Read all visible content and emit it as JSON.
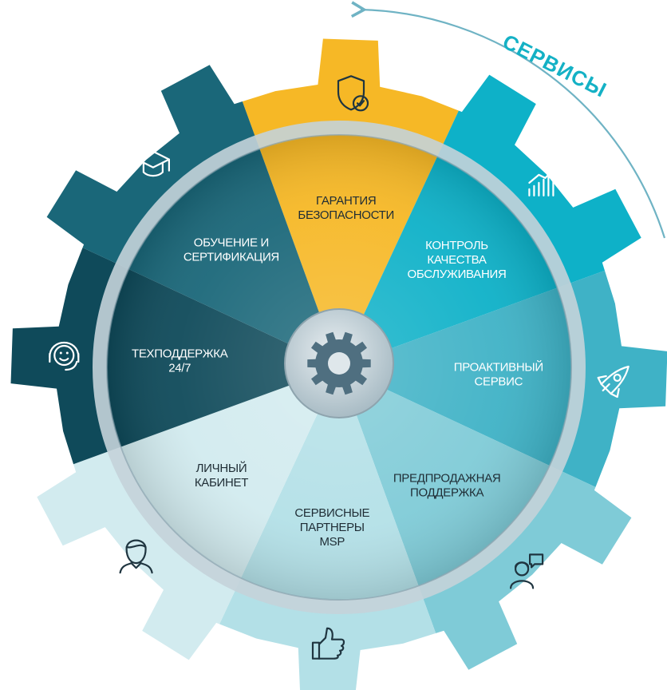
{
  "diagram": {
    "title": "СЕРВИСЫ",
    "segments": [
      {
        "name": "warranty",
        "lines": [
          "ГАРАНТИЯ",
          "БЕЗОПАСНОСТИ"
        ],
        "color": "#f6b826",
        "text_dark": true,
        "icon": "shield-check-icon"
      },
      {
        "name": "quality",
        "lines": [
          "КОНТРОЛЬ",
          "КАЧЕСТВА",
          "ОБСЛУЖИВАНИЯ"
        ],
        "color": "#0eb1c8",
        "text_dark": false,
        "icon": "growth-chart-icon"
      },
      {
        "name": "proactive",
        "lines": [
          "ПРОАКТИВНЫЙ",
          "СЕРВИС"
        ],
        "color": "#3fb2c6",
        "text_dark": false,
        "icon": "rocket-icon"
      },
      {
        "name": "presale",
        "lines": [
          "ПРЕДПРОДАЖНАЯ",
          "ПОДДЕРЖКА"
        ],
        "color": "#7fcbd7",
        "text_dark": true,
        "icon": "consultant-chat-icon"
      },
      {
        "name": "partners",
        "lines": [
          "СЕРВИСНЫЕ",
          "ПАРТНЕРЫ",
          "MSP"
        ],
        "color": "#b3e0e7",
        "text_dark": true,
        "icon": "thumbs-up-icon"
      },
      {
        "name": "cabinet",
        "lines": [
          "ЛИЧНЫЙ",
          "КАБИНЕТ"
        ],
        "color": "#d2ebef",
        "text_dark": true,
        "icon": "user-icon"
      },
      {
        "name": "support",
        "lines": [
          "ТЕХПОДДЕРЖКА",
          "24/7"
        ],
        "color": "#0f4a5a",
        "text_dark": false,
        "icon": "headset-icon"
      },
      {
        "name": "training",
        "lines": [
          "ОБУЧЕНИЕ И",
          "СЕРТИФИКАЦИЯ"
        ],
        "color": "#1a6779",
        "text_dark": false,
        "icon": "graduation-cap-icon"
      }
    ],
    "colors": {
      "arrow": "#6fb3c4",
      "ring": "#b9c9d0",
      "hub": "#4f6f80"
    }
  }
}
